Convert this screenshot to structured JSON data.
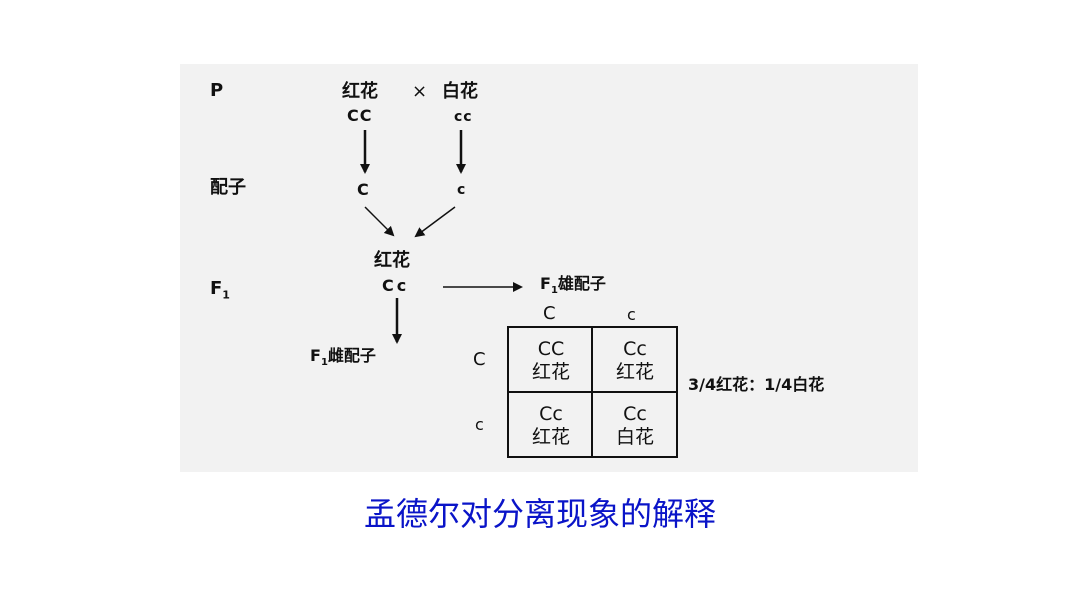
{
  "diagram": {
    "labels": {
      "p_row": "P",
      "gamete_row": "配子",
      "f1_row": "F",
      "f1_sub": "1"
    },
    "parents": {
      "red": "红花",
      "cross": "×",
      "white": "白花",
      "red_genotype": "CC",
      "white_genotype": "cc"
    },
    "gametes": {
      "from_red": "C",
      "from_white": "c"
    },
    "f1": {
      "phenotype": "红花",
      "genotype": "Cc"
    },
    "f1_male_gametes": {
      "prefix": "F",
      "sub": "1",
      "label": "雄配子"
    },
    "f1_female_gametes": {
      "prefix": "F",
      "sub": "1",
      "label": "雌配子"
    },
    "punnett": {
      "col_headers": [
        "C",
        "c"
      ],
      "row_headers": [
        "C",
        "c"
      ],
      "cells": [
        [
          {
            "genotype": "CC",
            "phenotype": "红花"
          },
          {
            "genotype": "Cc",
            "phenotype": "红花"
          }
        ],
        [
          {
            "genotype": "Cc",
            "phenotype": "红花"
          },
          {
            "genotype": "Cc",
            "phenotype": "白花"
          }
        ]
      ]
    },
    "ratio": "3/4红花：1/4白花"
  },
  "title": "孟德尔对分离现象的解释"
}
